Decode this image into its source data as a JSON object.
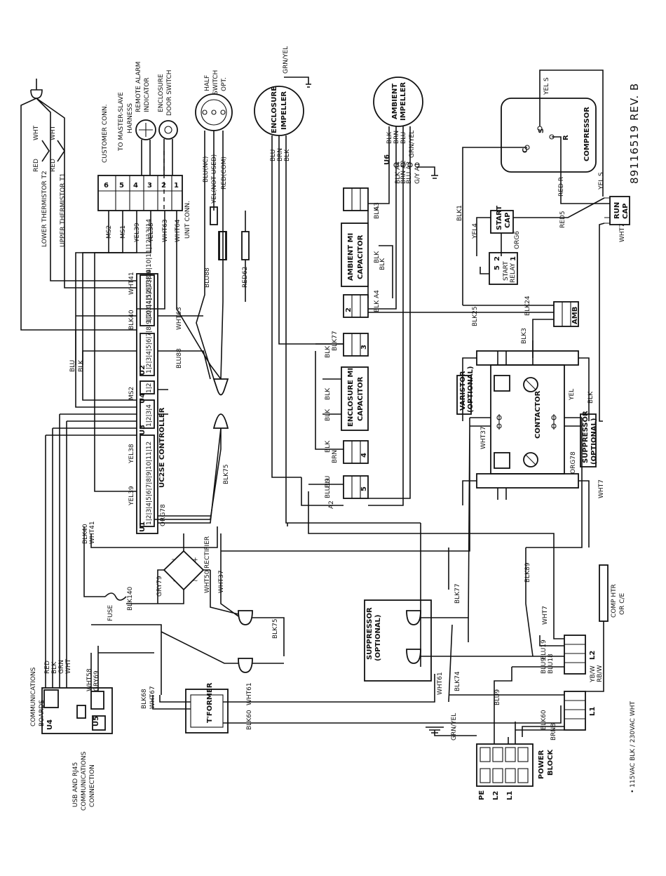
{
  "doc_number": "89116519 REV. B",
  "footnote": "• 115VAC BLK / 230VAC WHT",
  "components": {
    "upper_thermistor": "UPPER THERMISTOR T1",
    "lower_thermistor": "LOWER THERMISTOR T2",
    "customer_conn": "CUSTOMER CONN.",
    "master_slave": "TO MASTER-SLAVE",
    "harness": "HARNESS",
    "remote_alarm": "REMOTE ALARM",
    "indicator": "INDICATOR",
    "enclosure": "ENCLOSURE",
    "door_switch": "DOOR SWITCH",
    "unit_conn": "UNIT CONN.",
    "halt_switch_1": "HALF",
    "halt_switch_2": "SWITCH",
    "halt_switch_3": "OPT.",
    "enclosure_impeller_1": "ENCLOSURE",
    "enclosure_impeller_2": "IMPELLER",
    "ambient_impeller_1": "AMBIENT",
    "ambient_impeller_2": "IMPELLER",
    "compressor": "COMPRESSOR",
    "run_cap_1": "RUN",
    "run_cap_2": "CAP",
    "start_cap_1": "START",
    "start_cap_2": "CAP",
    "start_relay_1": "START",
    "start_relay_2": "RELAY",
    "ambient_mi_1": "AMBIENT MI",
    "ambient_mi_2": "CAPACITOR",
    "enclosure_mi_1": "ENCLOSURE MI",
    "enclosure_mi_2": "CAPACITOR",
    "controller": "UC2SE CONTROLLER",
    "varistor_1": "VARISTOR",
    "varistor_2": "(OPTIONAL)",
    "contactor": "CONTACTOR",
    "suppressor_1": "SUPPRESSOR",
    "suppressor_2": "(OPTIONAL)",
    "rectifier": "RECTIFIER",
    "fuse": "FUSE",
    "transformer": "T'FORMER",
    "comm_boards_1": "COMMUNICATIONS",
    "comm_boards_2": "BOARDS",
    "usb_1": "USB AND RJ45",
    "usb_2": "COMMUNICATIONS",
    "usb_3": "CONNECTION",
    "power_block_1": "POWER",
    "power_block_2": "BLOCK",
    "comp_htr_1": "COMP HTR",
    "comp_htr_2": "OR C/E",
    "amb": "AMB"
  },
  "wire_labels": {
    "wht41": "WHT41",
    "red": "RED",
    "wht": "WHT",
    "blk40": "BLK40",
    "wht63": "WHT63",
    "blu": "BLU",
    "blk": "BLK",
    "blu88": "BLU88",
    "wht64": "WHT64",
    "ms2": "MS2",
    "ms1": "MS1",
    "yel39": "YEL39",
    "yel38": "YEL38",
    "red62": "RED62",
    "blk75": "BLK75",
    "org78": "ORG78",
    "gry79": "GRY79",
    "wht50": "WHT50",
    "wht37": "WHT37",
    "blk140": "BLK140",
    "blk68": "BLK68",
    "wht67": "WHT67",
    "blk60": "BLK60",
    "wht61": "WHT61",
    "brn": "BRN",
    "blu19": "BLU19",
    "blk74": "BLK74",
    "blk77": "BLK77",
    "blk89": "BLK89",
    "wht7": "WHT7",
    "blk3": "BLK3",
    "blk24": "BLK24",
    "blk25": "BLK25",
    "blk1": "BLK1",
    "yel4": "YEL4",
    "org6": "ORG6",
    "red5": "RED5",
    "yel5": "YEL S",
    "redr": "RED R",
    "grn_yel": "GRN/YEL",
    "blu9": "BLU9",
    "blu18": "BLU18",
    "brn8": "BRN8",
    "yel": "YEL",
    "blu_nc": "BLU(NC)",
    "yel_not_used": "YEL(NOT USED)",
    "red_com": "RED(COM)",
    "grn": "GRN",
    "wht58": "WHT58",
    "gry69": "GRY69",
    "yb_w": "YB/W",
    "rb_w": "RB/W",
    "a3": "A3",
    "a4": "A4",
    "a2": "A2",
    "u6": "U6",
    "blk_a4": "BLK A4",
    "brn_a2": "BRN A2",
    "blu_a3": "BLU A3",
    "grn_a1": "G/Y A1",
    "grn_yel2": "GRN/YEL"
  },
  "connector_labels": {
    "u1": "U1",
    "u2": "U2",
    "u3": "U3",
    "u4": "U4",
    "u5": "U5",
    "c2": "2",
    "c3": "3",
    "c4": "4",
    "c5": "5",
    "l1": "L1",
    "l2": "L2",
    "pe": "PE",
    "pl2": "L2",
    "pl1": "L1",
    "pin6": "6",
    "pin5": "5",
    "pin4": "4",
    "pin3": "3",
    "pin2": "2",
    "pin1": "1",
    "relay_1": "1",
    "relay_2": "2",
    "relay_5": "5",
    "comp_s": "S",
    "comp_c": "C",
    "comp_r": "R",
    "u1_pins": "1|2|3|4|5|6|7|8|9|10|11|12",
    "u2_pins": "1|2|3|4|5|6|7|8|9|10|11|12|13|14",
    "u3_pins": "1|2|3|4",
    "u4_pins": "1|2"
  }
}
